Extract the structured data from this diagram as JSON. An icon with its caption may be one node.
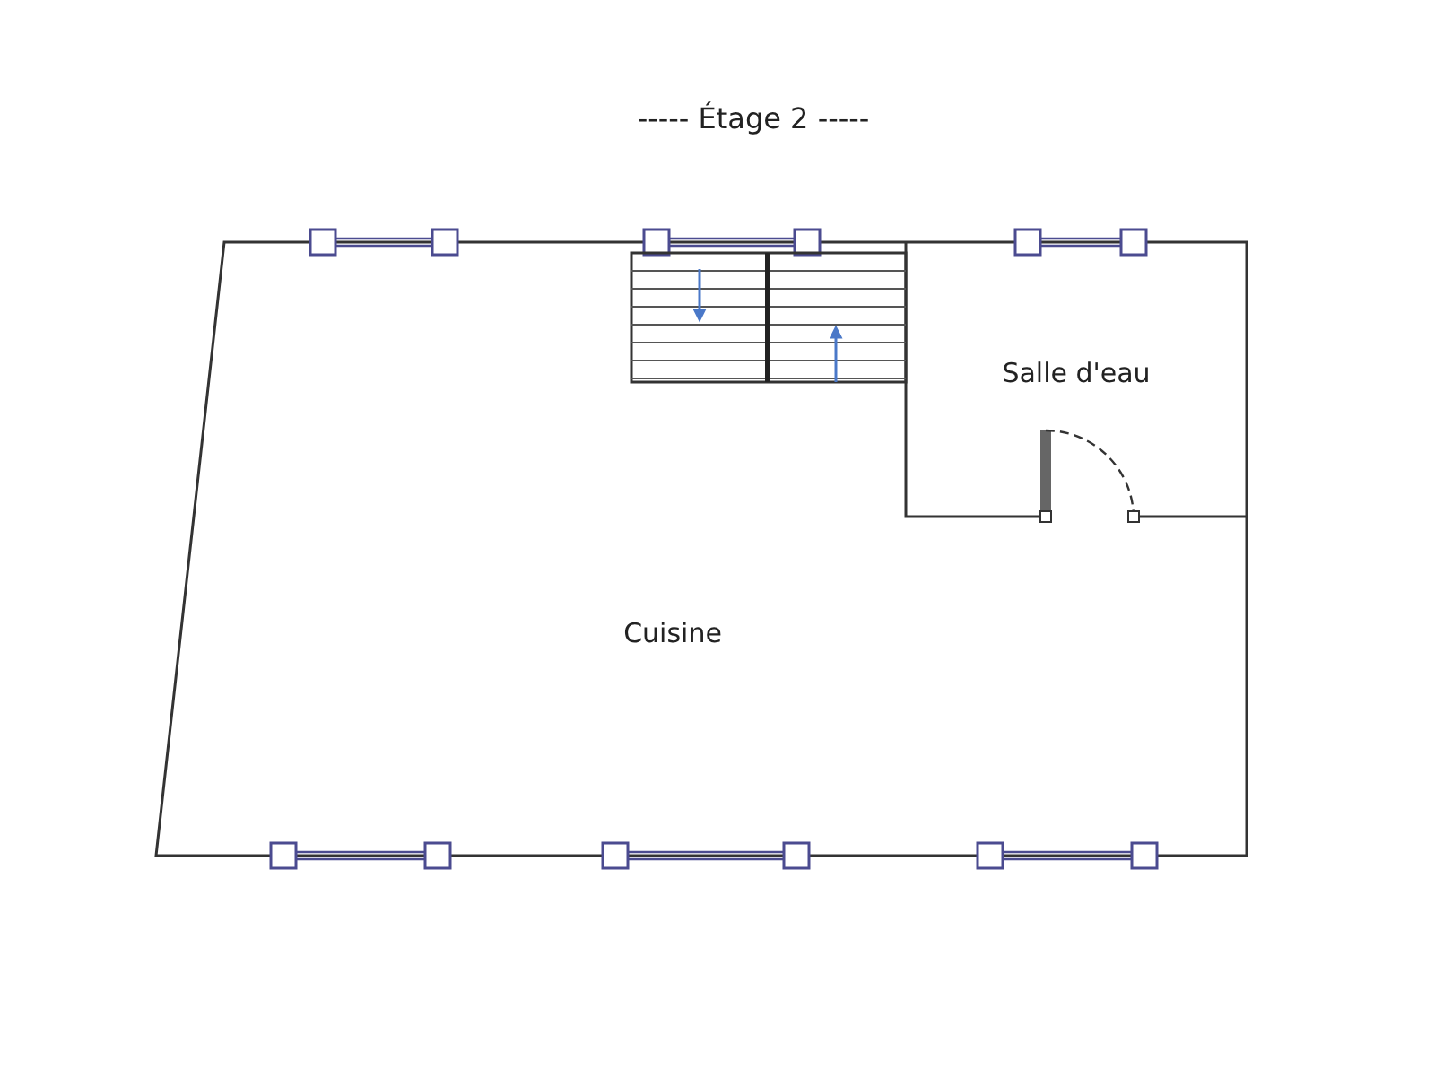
{
  "diagram": {
    "title": "----- Étage 2 -----",
    "nodes": [
      {
        "text": [
          "Cuisine"
        ]
      },
      {
        "text": [
          "Salle d'eau"
        ],
        "in": 0
      }
    ]
  }
}
